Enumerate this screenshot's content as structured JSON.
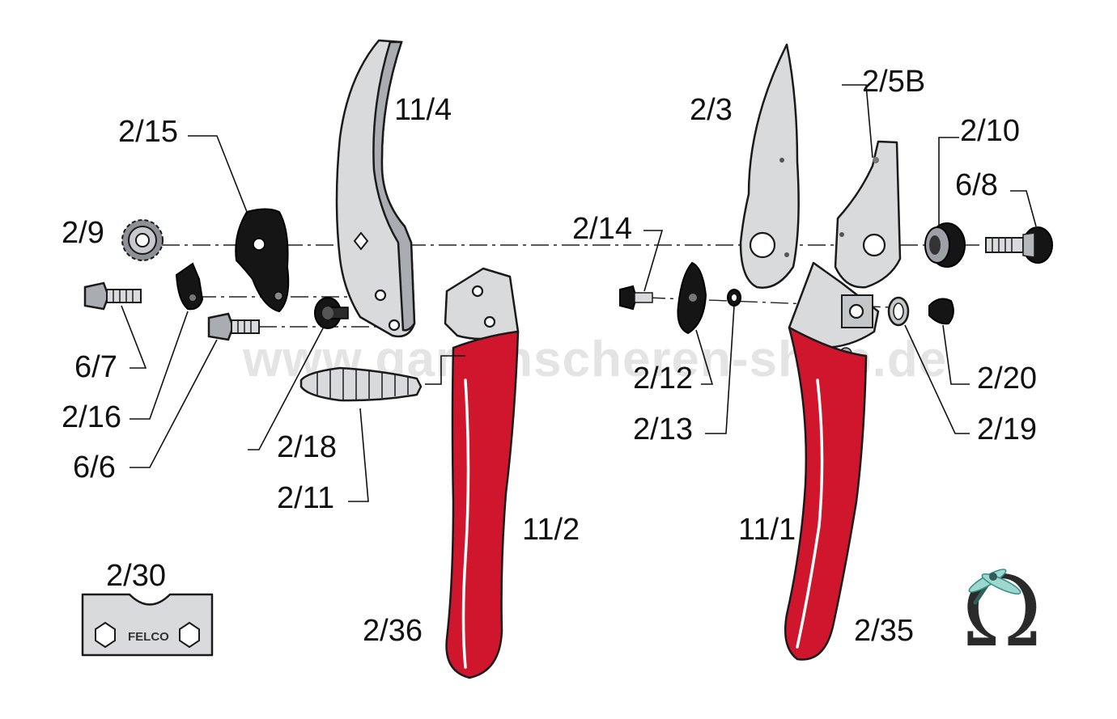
{
  "watermark": "www.gartenscheren-shop.de",
  "key_stamp": "FELCO",
  "logo": {
    "glyph": "Ω",
    "colors": {
      "dragonfly": "#2f8f83",
      "omega": "#2a2a2a"
    }
  },
  "colors": {
    "handle_red": "#d0162c",
    "metal": "#d8dadc",
    "black_parts": "#151515"
  },
  "parts": {
    "p_11_4": "11/4",
    "p_2_15": "2/15",
    "p_2_9": "2/9",
    "p_6_7": "6/7",
    "p_2_16": "2/16",
    "p_6_6": "6/6",
    "p_2_18": "2/18",
    "p_2_11": "2/11",
    "p_11_2": "11/2",
    "p_2_36": "2/36",
    "p_2_30": "2/30",
    "p_2_3": "2/3",
    "p_2_5B": "2/5B",
    "p_2_10": "2/10",
    "p_6_8": "6/8",
    "p_2_14": "2/14",
    "p_2_12": "2/12",
    "p_2_13": "2/13",
    "p_2_20": "2/20",
    "p_2_19": "2/19",
    "p_11_1": "11/1",
    "p_2_35": "2/35"
  }
}
